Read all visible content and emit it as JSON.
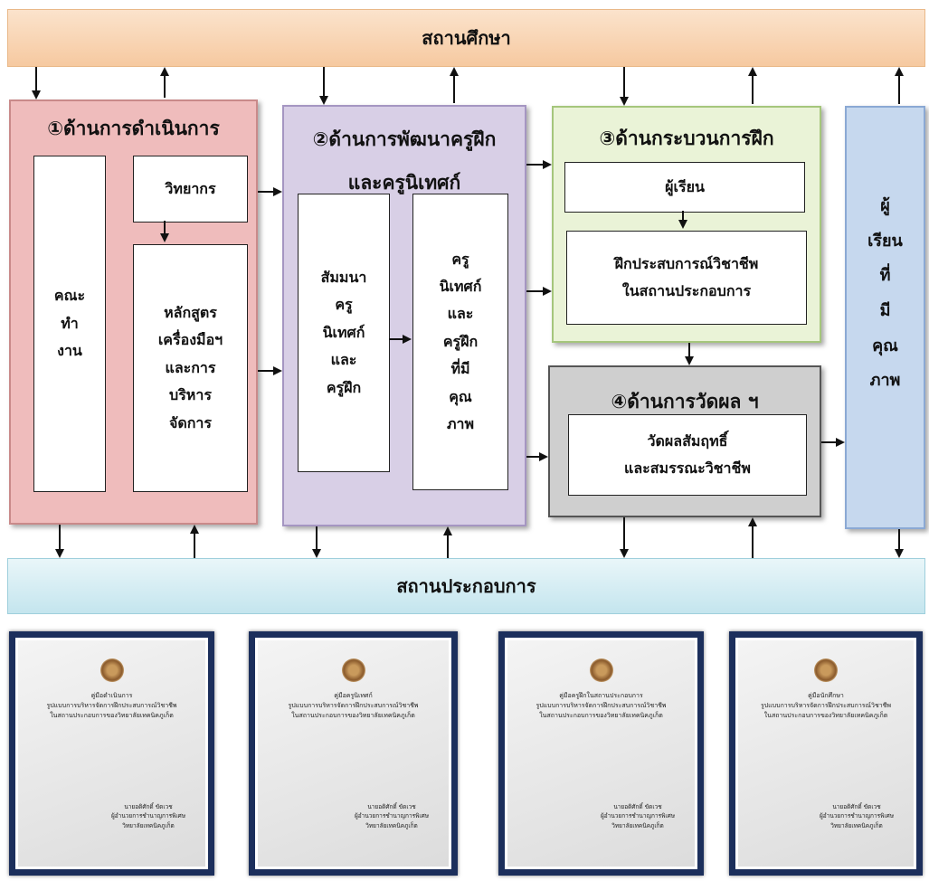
{
  "top_bar": "สถานศึกษา",
  "bottom_bar": "สถานประกอบการ",
  "panel1": {
    "title": "①ด้านการดำเนินการ",
    "committee": "คณะ\nทำ\nงาน",
    "speaker": "วิทยากร",
    "curriculum": "หลักสูตร\nเครื่องมือฯ\nและการ\nบริหาร\nจัดการ"
  },
  "panel2": {
    "title_line1": "②ด้านการพัฒนาครูฝึก",
    "title_line2": "และครูนิเทศก์",
    "seminar": "สัมมนา\nครู\nนิเทศก์\nและ\nครูฝึก",
    "quality": "ครู\nนิเทศก์\nและ\nครูฝึก\nที่มี\nคุณ\nภาพ"
  },
  "panel3": {
    "title": "③ด้านกระบวนการฝึก",
    "learner": "ผู้เรียน",
    "training": "ฝึกประสบการณ์วิชาชีพ\nในสถานประกอบการ"
  },
  "panel4": {
    "title": "④ด้านการวัดผล ฯ",
    "measure": "วัดผลสัมฤทธิ์\nและสมรรณะวิชาชีพ"
  },
  "panel5": {
    "text": "ผู้\nเรียน\nที่\nมี\nคุณ\nภาพ"
  },
  "documents": [
    {
      "title": "คู่มือดำเนินการ\nรูปแบบการบริหารจัดการฝึกประสบการณ์วิชาชีพ\nในสถานประกอบการของวิทยาลัยเทคนิคภูเก็ต",
      "author": "นายอดิศักดิ์  ขัดเวช\nผู้อำนวยการชำนาญการพิเศษ\nวิทยาลัยเทคนิคภูเก็ต"
    },
    {
      "title": "คู่มือครูนิเทศก์\nรูปแบบการบริหารจัดการฝึกประสบการณ์วิชาชีพ\nในสถานประกอบการของวิทยาลัยเทคนิคภูเก็ต",
      "author": "นายอดิศักดิ์  ขัดเวช\nผู้อำนวยการชำนาญการพิเศษ\nวิทยาลัยเทคนิคภูเก็ต"
    },
    {
      "title": "คู่มือครูฝึกในสถานประกอบการ\nรูปแบบการบริหารจัดการฝึกประสบการณ์วิชาชีพ\nในสถานประกอบการของวิทยาลัยเทคนิคภูเก็ต",
      "author": "นายอดิศักดิ์  ขัดเวช\nผู้อำนวยการชำนาญการพิเศษ\nวิทยาลัยเทคนิคภูเก็ต"
    },
    {
      "title": "คู่มือนักศึกษา\nรูปแบบการบริหารจัดการฝึกประสบการณ์วิชาชีพ\nในสถานประกอบการของวิทยาลัยเทคนิคภูเก็ต",
      "author": "นายอดิศักดิ์  ขัดเวช\nผู้อำนวยการชำนาญการพิเศษ\nวิทยาลัยเทคนิคภูเก็ต"
    }
  ]
}
